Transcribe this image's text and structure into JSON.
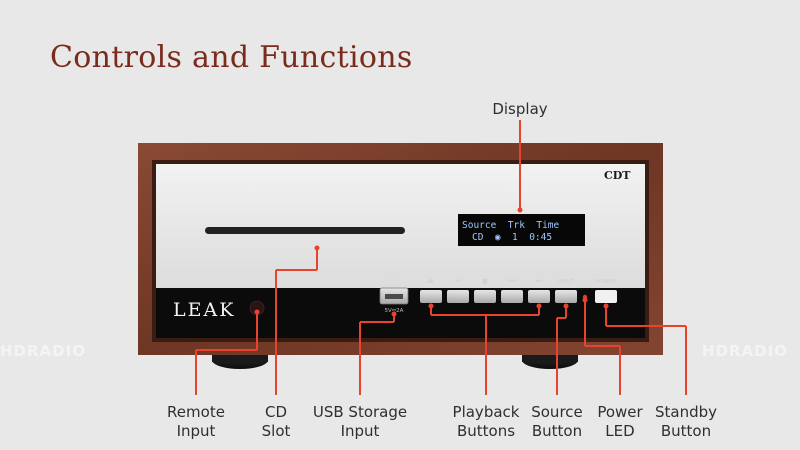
{
  "title": "Controls and Functions",
  "model_label": "CDT",
  "brand_logo": "LEAK",
  "usb_rating": "5V⎓2A",
  "usb_icon": "usb-icon",
  "display": {
    "line1": "Source  Trk  Time",
    "line2": "CD  ◉  1  0:45"
  },
  "buttons": {
    "eject": "⏏",
    "play_pause": "⏯",
    "stop": "■",
    "prev": "⏮",
    "next": "⏭",
    "input": "INPUT",
    "power": "POWER"
  },
  "watermark": "HDRADIO",
  "callouts": {
    "display": "Display",
    "remote_input": [
      "Remote",
      "Input"
    ],
    "cd_slot": [
      "CD",
      "Slot"
    ],
    "usb_storage_input": [
      "USB Storage",
      "Input"
    ],
    "playback_buttons": [
      "Playback",
      "Buttons"
    ],
    "source_button": [
      "Source",
      "Button"
    ],
    "power_led": [
      "Power",
      "LED"
    ],
    "standby_button": [
      "Standby",
      "Button"
    ]
  },
  "colors": {
    "title": "#7a2b1c",
    "callout_line": "#e8432f",
    "wood": "#7a3e2a",
    "faceplate": "#ebebeb",
    "display_text": "#9fc6ff",
    "power_led": "#e53b2a"
  }
}
